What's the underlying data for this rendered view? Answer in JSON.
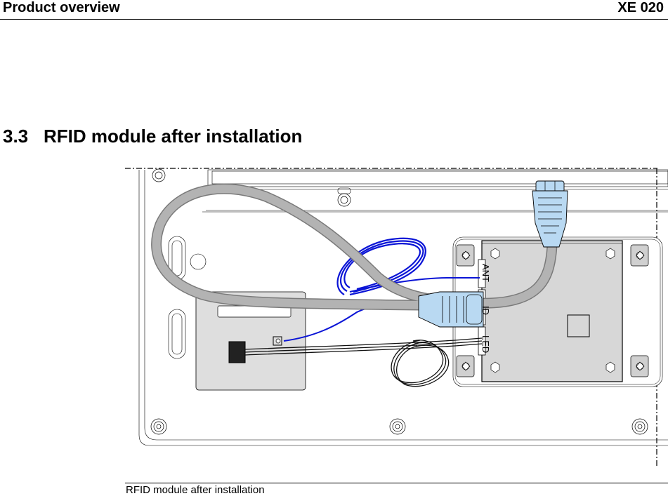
{
  "header": {
    "left_title": "Product overview",
    "right_title": "XE 020"
  },
  "section": {
    "number": "3.3",
    "title": "RFID module after installation"
  },
  "figure": {
    "connector_labels": [
      "ANT",
      "ID",
      "LED"
    ],
    "colors": {
      "cable_grey": "#b3b3b3",
      "wire_blue": "#0a14d6",
      "connector_blue": "#b9d9f2",
      "module_fill": "#d7d7d7",
      "panel_fill": "#ffffff"
    }
  },
  "caption": {
    "text": "RFID module after installation"
  }
}
